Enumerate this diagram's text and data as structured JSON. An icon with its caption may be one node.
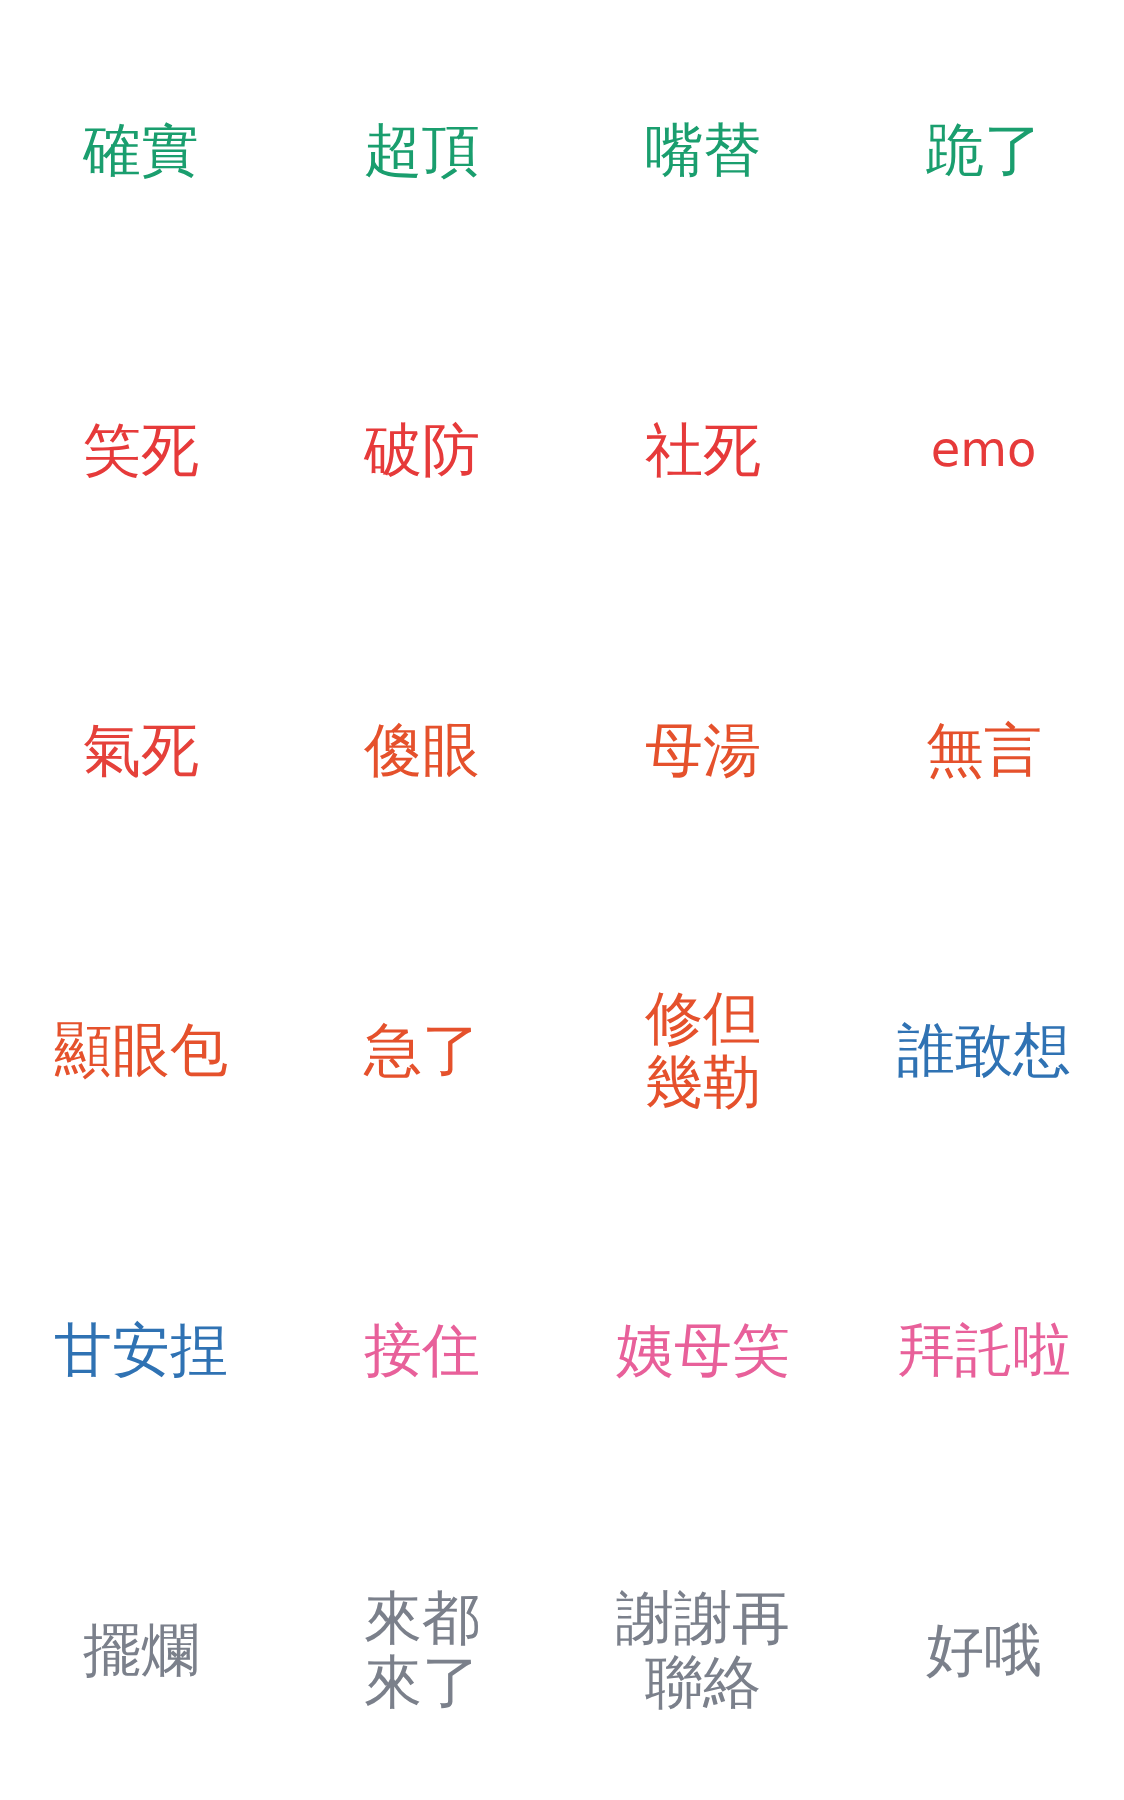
{
  "diagram": {
    "labels": [
      "確實",
      "超頂",
      "嘴替",
      "跪了",
      "笑死",
      "破防",
      "社死",
      "emo",
      "氣死",
      "傻眼",
      "母湯",
      "無言",
      "顯眼包",
      "急了",
      "修但幾勒",
      "誰敢想",
      "甘安捏",
      "接住",
      "姨母笑",
      "拜託啦",
      "擺爛",
      "來都來了",
      "謝謝再聯絡",
      "好哦"
    ]
  }
}
